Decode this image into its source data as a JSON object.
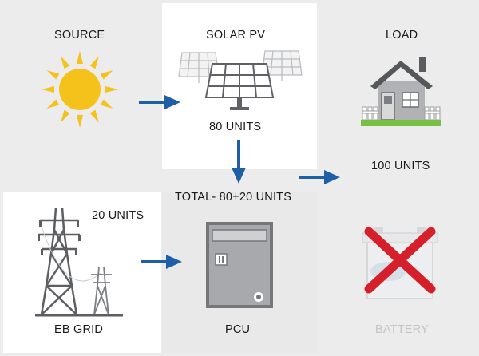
{
  "labels": {
    "source": "SOURCE",
    "solar_pv": "SOLAR PV",
    "load": "LOAD",
    "solar_units": "80 UNITS",
    "load_units": "100 UNITS",
    "total": "TOTAL- 80+20 UNITS",
    "grid_units": "20 UNITS",
    "eb_grid": "EB GRID",
    "pcu": "PCU",
    "battery": "BATTERY"
  },
  "colors": {
    "background": "#ececec",
    "panel": "#ffffff",
    "arrow": "#1f5fa8",
    "sun": "#f5c21b",
    "equipment": "#6b6d70",
    "battery_muted": "#d0d0d0",
    "cross": "#d51f2b",
    "grass": "#78c043",
    "muted_text": "#c4c4c4"
  },
  "icons": {
    "sun": "sun-icon",
    "solar_panels": "solar-panel-icon",
    "house": "house-icon",
    "transmission_tower": "transmission-tower-icon",
    "pcu_cabinet": "pcu-cabinet-icon",
    "battery": "battery-icon",
    "cross": "cross-icon",
    "arrow": "arrow-icon"
  }
}
